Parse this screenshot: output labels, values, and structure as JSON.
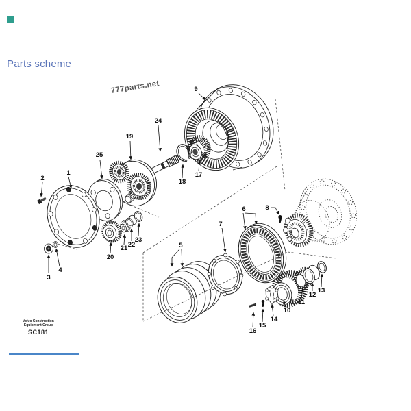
{
  "page": {
    "title": "Parts scheme"
  },
  "watermark": {
    "text": "777parts.net"
  },
  "footer": {
    "brand_line1": "Volvo Construction",
    "brand_line2": "Equipment Group",
    "model_code": "SC181"
  },
  "colors": {
    "title_blue": "#5a74b8",
    "footer_rule_blue": "#4a86c8",
    "corner_tab_teal": "#2f9e8e",
    "ink": "#1f1f1f"
  },
  "diagram": {
    "callouts": [
      {
        "num": "1"
      },
      {
        "num": "2"
      },
      {
        "num": "3"
      },
      {
        "num": "4"
      },
      {
        "num": "5"
      },
      {
        "num": "6"
      },
      {
        "num": "7"
      },
      {
        "num": "8"
      },
      {
        "num": "9"
      },
      {
        "num": "10"
      },
      {
        "num": "11"
      },
      {
        "num": "12"
      },
      {
        "num": "13"
      },
      {
        "num": "14"
      },
      {
        "num": "15"
      },
      {
        "num": "16"
      },
      {
        "num": "17"
      },
      {
        "num": "18"
      },
      {
        "num": "19"
      },
      {
        "num": "20"
      },
      {
        "num": "21"
      },
      {
        "num": "22"
      },
      {
        "num": "23"
      },
      {
        "num": "24"
      },
      {
        "num": "25"
      }
    ]
  }
}
